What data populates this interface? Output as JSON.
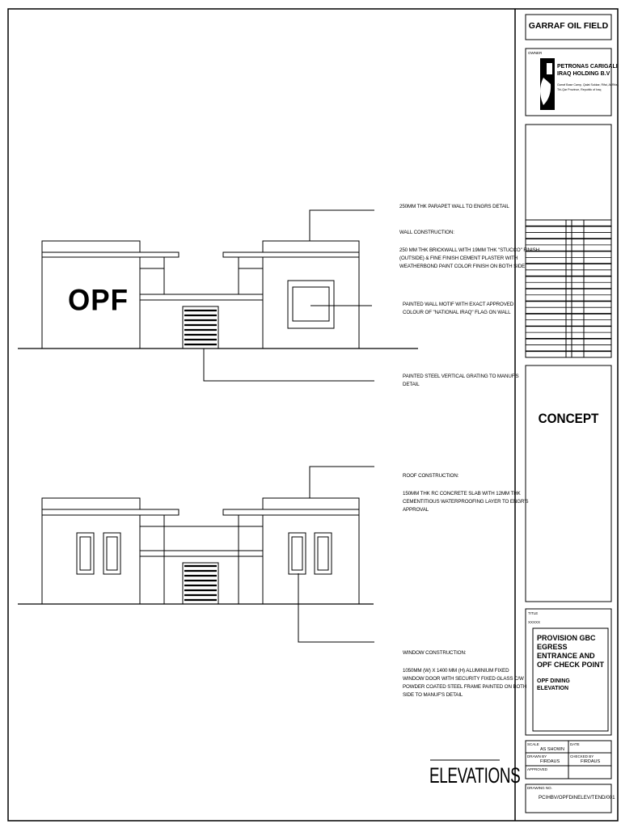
{
  "drawing": {
    "upper_elevation": {
      "building_label": "OPF"
    },
    "annotations": {
      "parapet": "250MM THK PARAPET WALL TO ENGRS DETAIL",
      "wall_heading": "WALL CONSTRUCTION:",
      "wall_body": "250 MM THK BRICKWALL WITH 19MM THK \"STUCCO\" FINISH\n(OUTSIDE) & FINE FINISH CEMENT PLASTER WITH\nWEATHERBOND PAINT COLOR FINISH ON BOTH SIDE",
      "motif": "PAINTED WALL MOTIF WITH EXACT APPROVED\nCOLOUR OF \"NATIONAL IRAQ\" FLAG ON WALL",
      "grating": "PAINTED STEEL VERTICAL GRATING TO MANUF'S\nDETAIL",
      "roof_heading": "ROOF CONSTRUCTION:",
      "roof_body": "150MM THK RC CONCRETE SLAB WITH 12MM THK\nCEMENTITIOUS WATERPROOFING LAYER TO ENGR'S\nAPPROVAL",
      "window_heading": "WINDOW CONSTRUCTION:",
      "window_body": "1050MM (W) X 1400 MM (H) ALUMINIUM FIXED\nWINDOW DOOR WITH SECURITY FIXED GLASS C/W\nPOWDER COATED STEEL FRAME PAINTED ON BOTH\nSIDE TO MANUF'S DETAIL"
    },
    "sheet_title": "ELEVATIONS"
  },
  "title_block": {
    "project": "GARRAF OIL FIELD",
    "owner_label": "OWNER",
    "owner_name": "PETRONAS CARIGALI\nIRAQ HOLDING B.V",
    "owner_address": "Garraf Base Camp, Qalat Sukkar, Rifai, Al-Rifai,\nThi-Qar Province, Republic of Iraq",
    "status": "CONCEPT",
    "title_label": "TITLE",
    "title_ref": "XXXXX",
    "title_main": "PROVISION GBC\nEGRESS\nENTRANCE AND\nOPF CHECK POINT",
    "title_sub": "OPF DINING\nELEVATION",
    "scale_label": "SCALE",
    "scale_value": "AS SHOWN",
    "date_label": "DATE",
    "drawn_label": "DRAWN BY",
    "drawn_value": "FIRDAUS",
    "checked_label": "CHECKED BY",
    "checked_value": "FIRDAUS",
    "approved_label": "APPROVED",
    "drawing_no_label": "DRAWING NO.",
    "drawing_no_value": "PCIHBV/OPFDINELEV/TEND/001"
  },
  "revision_table": {
    "row_count": 22
  }
}
